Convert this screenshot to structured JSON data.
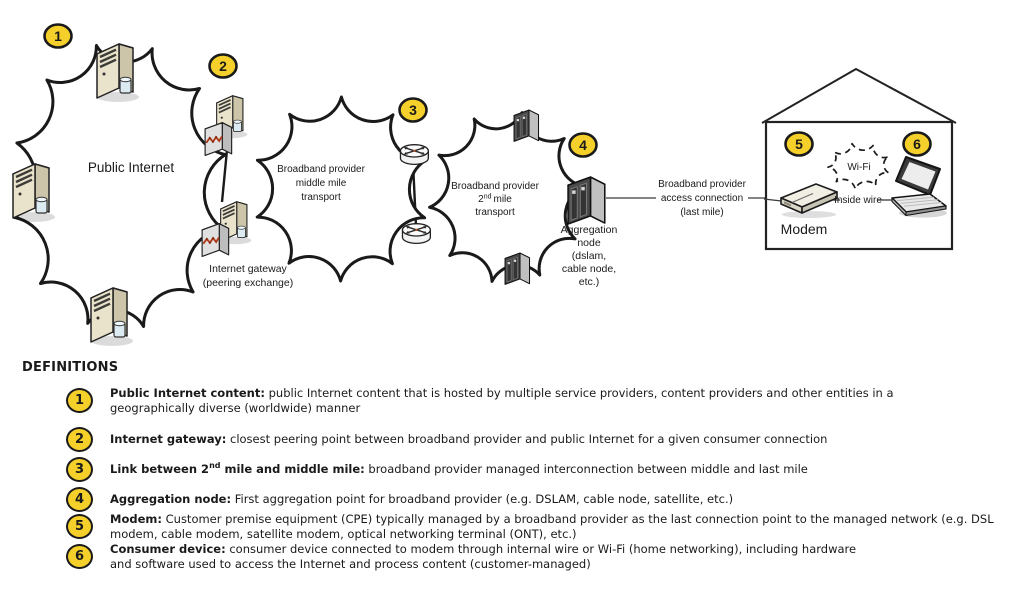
{
  "colors": {
    "badge_fill": "#F5D02B",
    "outline": "#1a1a1a",
    "server_beige": "#EAE3CB",
    "gateway_gray": "#E0E0E0",
    "dark_server": "#4A4A4A"
  },
  "diagram": {
    "badges": [
      "1",
      "2",
      "3",
      "4",
      "5",
      "6"
    ],
    "public_internet_label": "Public Internet",
    "middle_mile_cloud": {
      "line1": "Broadband provider",
      "line2": "middle mile",
      "line3": "transport"
    },
    "second_mile_cloud": {
      "line1": "Broadband provider",
      "line2_pre": "2",
      "line2_sup": "nd",
      "line2_post": "mile",
      "line3": "transport"
    },
    "internet_gateway": {
      "line1": "Internet gateway",
      "line2": "(peering exchange)"
    },
    "aggregation_node": {
      "line1": "Aggregation",
      "line2": "node",
      "line3": "(dslam,",
      "line4": "cable node,",
      "line5": "etc.)"
    },
    "access_connection": {
      "line1": "Broadband provider",
      "line2": "access connection",
      "line3": "(last mile)"
    },
    "house": {
      "wifi_label": "Wi-Fi",
      "inside_wire_label": "Inside wire",
      "modem_label": "Modem"
    }
  },
  "definitions": {
    "header": "DEFINITIONS",
    "items": [
      {
        "num": "1",
        "term": "Public Internet content:",
        "text": "public Internet content that is hosted by multiple service providers, content providers and other entities in a geographically diverse (worldwide) manner"
      },
      {
        "num": "2",
        "term": "Internet gateway:",
        "text": "closest peering point between broadband provider and public Internet for a given consumer connection"
      },
      {
        "num": "3",
        "term_pre": "Link between 2",
        "term_sup": "nd",
        "term_post": " mile and middle mile:",
        "text": "broadband provider managed interconnection between middle and last mile"
      },
      {
        "num": "4",
        "term": "Aggregation node:",
        "text": "First aggregation point for broadband provider (e.g. DSLAM, cable node, satellite, etc.)"
      },
      {
        "num": "5",
        "term": "Modem:",
        "text": "Customer premise equipment (CPE) typically managed by a broadband provider as the last connection point to the managed network (e.g. DSL modem, cable modem, satellite modem, optical networking terminal (ONT), etc.)"
      },
      {
        "num": "6",
        "term": "Consumer device:",
        "text": "consumer device connected to modem through internal wire or Wi-Fi (home networking), including hardware and software used to access the Internet and process content (customer-managed)"
      }
    ]
  }
}
